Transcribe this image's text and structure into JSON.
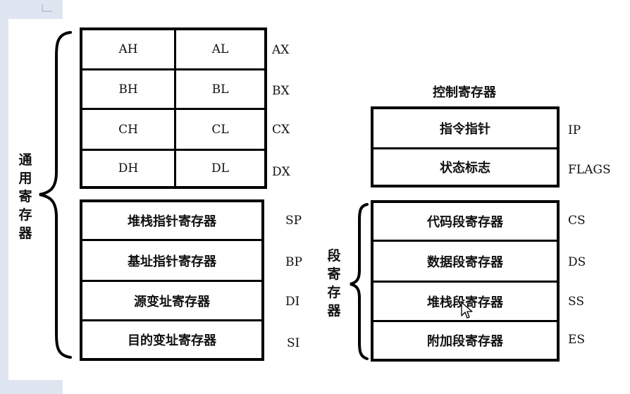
{
  "general": {
    "title": "通用寄存器",
    "high_low": [
      {
        "high": "AH",
        "low": "AL",
        "reg": "AX"
      },
      {
        "high": "BH",
        "low": "BL",
        "reg": "BX"
      },
      {
        "high": "CH",
        "low": "CL",
        "reg": "CX"
      },
      {
        "high": "DH",
        "low": "DL",
        "reg": "DX"
      }
    ],
    "pointer_index": [
      {
        "name": "堆栈指针寄存器",
        "reg": "SP"
      },
      {
        "name": "基址指针寄存器",
        "reg": "BP"
      },
      {
        "name": "源变址寄存器",
        "reg": "DI"
      },
      {
        "name": "目的变址寄存器",
        "reg": "SI"
      }
    ]
  },
  "control": {
    "title": "控制寄存器",
    "items": [
      {
        "name": "指令指针",
        "reg": "IP"
      },
      {
        "name": "状态标志",
        "reg": "FLAGS"
      }
    ]
  },
  "segment": {
    "title": "段寄存器",
    "items": [
      {
        "name": "代码段寄存器",
        "reg": "CS"
      },
      {
        "name": "数据段寄存器",
        "reg": "DS"
      },
      {
        "name": "堆栈段寄存器",
        "reg": "SS"
      },
      {
        "name": "附加段寄存器",
        "reg": "ES"
      }
    ]
  }
}
